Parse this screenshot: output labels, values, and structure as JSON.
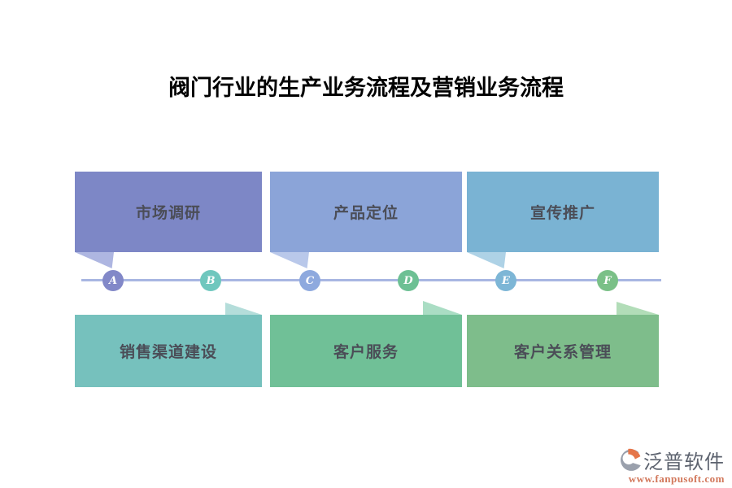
{
  "title": "阀门行业的生产业务流程及营销业务流程",
  "colors": {
    "timeline_line": "#a8b6e2",
    "box_label_text": "#4b4d57",
    "title_text": "#000000"
  },
  "top_row": [
    {
      "label": "市场调研",
      "color": "#7d87c6",
      "tail_color": "#aeb6e1"
    },
    {
      "label": "产品定位",
      "color": "#8ba4d8",
      "tail_color": "#b9c8ea"
    },
    {
      "label": "宣传推广",
      "color": "#7ab3d3",
      "tail_color": "#aed2e6"
    }
  ],
  "bottom_row": [
    {
      "label": "销售渠道建设",
      "color": "#76c1bd",
      "tail_color": "#b4ddda"
    },
    {
      "label": "客户服务",
      "color": "#70c097",
      "tail_color": "#aaddc4"
    },
    {
      "label": "客户关系管理",
      "color": "#7ebd8b",
      "tail_color": "#b2ddb8"
    }
  ],
  "timeline": {
    "nodes": [
      {
        "label": "A",
        "color": "#8288c8"
      },
      {
        "label": "B",
        "color": "#6fc7be"
      },
      {
        "label": "C",
        "color": "#8ea9de"
      },
      {
        "label": "D",
        "color": "#6dc094"
      },
      {
        "label": "E",
        "color": "#7db6d6"
      },
      {
        "label": "F",
        "color": "#7ac087"
      }
    ]
  },
  "watermark": {
    "icon": "fanpu-swirl-icon",
    "name": "泛普软件",
    "url": "www.fanpusoft.com",
    "name_color": "#5c626e",
    "url_color": "#d2775a",
    "icon_gray": "#9aa0ac",
    "icon_orange": "#e5764a"
  }
}
